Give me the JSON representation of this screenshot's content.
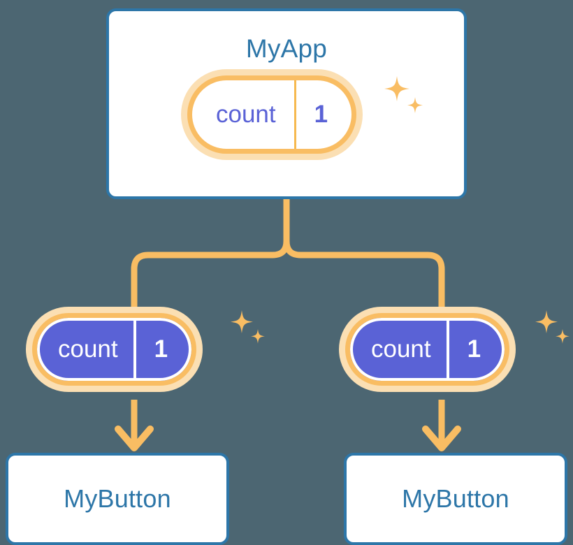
{
  "diagram": {
    "type": "component-state-tree",
    "background_color": "#4c6672",
    "palette": {
      "card_border": "#2d76a8",
      "card_text": "#2d76a8",
      "card_fill": "#ffffff",
      "state_ring": "#f9bd63",
      "state_halo": "#fbdfb3",
      "state_solid_fill": "#5a62d6",
      "state_light_text": "#5a62d6",
      "connector": "#f9bd63",
      "sparkle": "#f9bd63"
    },
    "nodes": {
      "app": {
        "title": "MyApp",
        "state": {
          "key": "count",
          "value": "1",
          "style": "light"
        }
      },
      "left_button": {
        "title": "MyButton",
        "state": {
          "key": "count",
          "value": "1",
          "style": "solid"
        }
      },
      "right_button": {
        "title": "MyButton",
        "state": {
          "key": "count",
          "value": "1",
          "style": "solid"
        }
      }
    },
    "icons": {
      "sparkle_large": "sparkle-icon",
      "sparkle_small": "sparkle-icon",
      "arrow_down": "arrow-down-icon"
    }
  }
}
